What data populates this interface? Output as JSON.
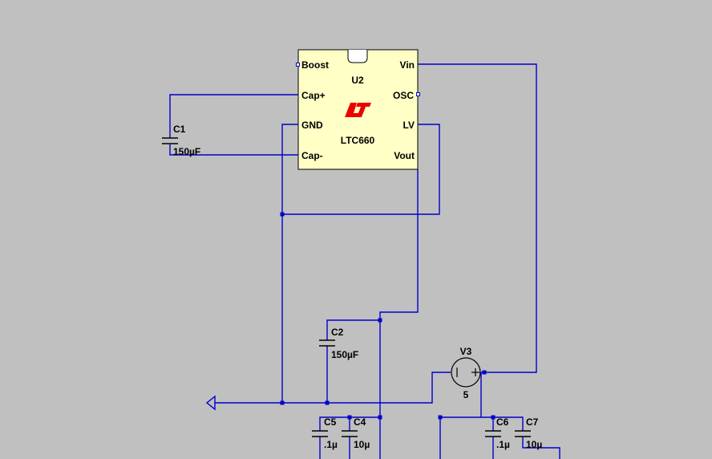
{
  "ic": {
    "ref": "U2",
    "part": "LTC660",
    "logo_color": "#ee0000",
    "body_color": "#ffffc6",
    "pins": {
      "boost": "Boost",
      "cap_plus": "Cap+",
      "gnd": "GND",
      "cap_minus": "Cap-",
      "vin": "Vin",
      "osc": "OSC",
      "lv": "LV",
      "vout": "Vout"
    }
  },
  "components": {
    "c1": {
      "ref": "C1",
      "value": "150µF"
    },
    "c2": {
      "ref": "C2",
      "value": "150µF"
    },
    "c4": {
      "ref": "C4",
      "value": "10µ"
    },
    "c5": {
      "ref": "C5",
      "value": ".1µ"
    },
    "c6": {
      "ref": "C6",
      "value": ".1µ"
    },
    "c7": {
      "ref": "C7",
      "value": "10µ"
    },
    "v3": {
      "ref": "V3",
      "value": "5"
    }
  },
  "colors": {
    "wire": "#0000cc",
    "background": "#c0c0c0"
  }
}
